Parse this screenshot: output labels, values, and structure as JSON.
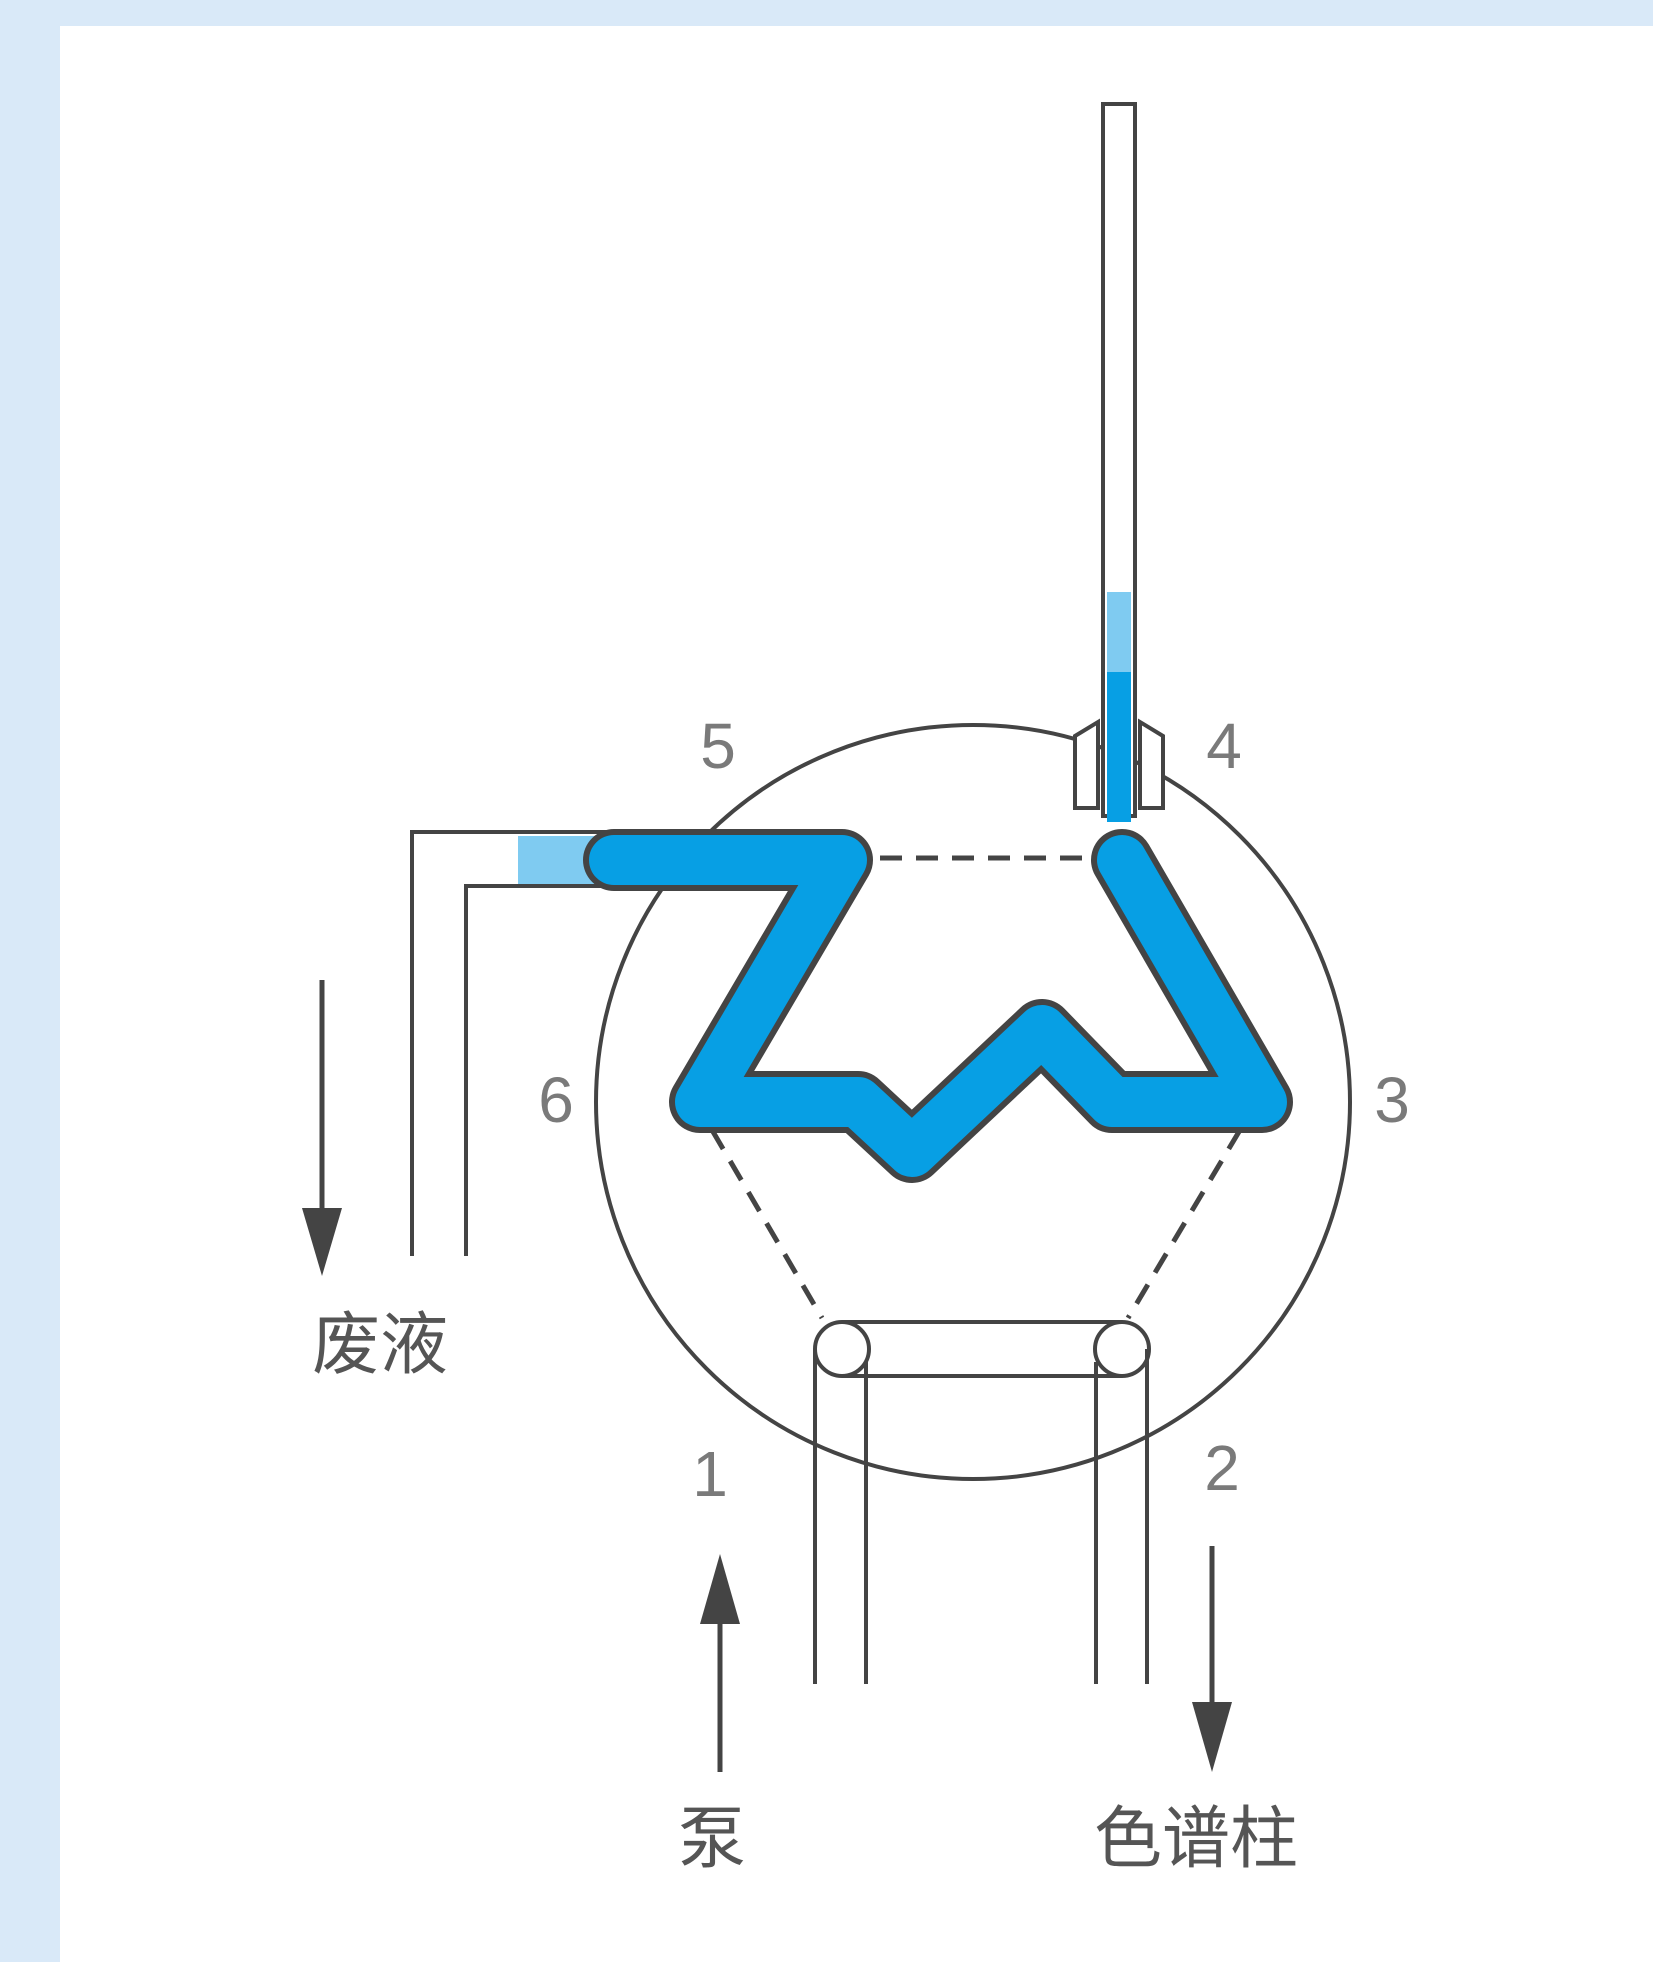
{
  "colors": {
    "background": "#d9e9f8",
    "panel": "#ffffff",
    "line": "#444444",
    "fluid": "#079fe4",
    "fluid_light": "#7fcbf1"
  },
  "ports": {
    "p1": "1",
    "p2": "2",
    "p3": "3",
    "p4": "4",
    "p5": "5",
    "p6": "6"
  },
  "labels": {
    "waste": "废液",
    "pump": "泵",
    "column": "色谱柱"
  }
}
